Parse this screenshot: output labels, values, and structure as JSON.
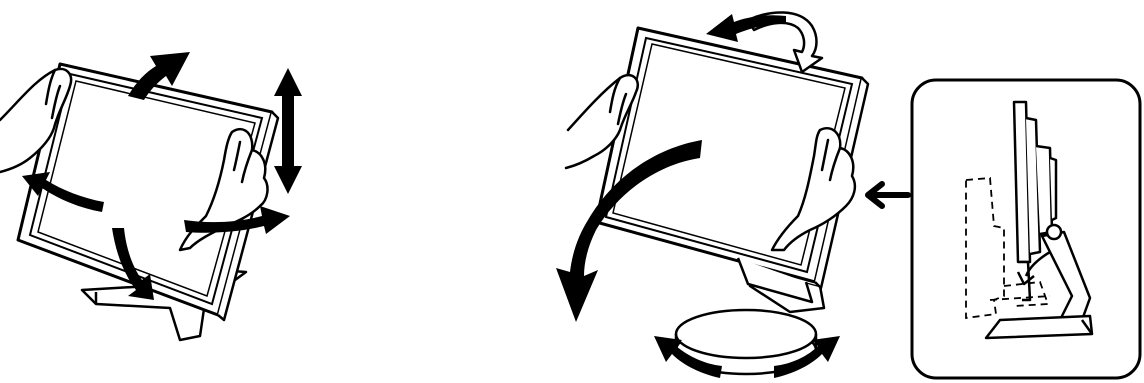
{
  "colors": {
    "background": "#ffffff",
    "line": "#000000",
    "screen_fill": "#ffffff",
    "skin_fill": "#ffffff"
  },
  "figures": [
    {
      "id": "height-and-rotate-adjustment",
      "icons": [
        "monitor-icon",
        "left-hand-icon",
        "right-hand-icon",
        "up-arrow-icon",
        "vertical-double-arrow-icon",
        "rotate-left-arrow-icon",
        "rotate-right-arrow-icon",
        "down-arrow-icon",
        "stand-base-icon"
      ]
    },
    {
      "id": "tilt-and-swivel-adjustment",
      "icons": [
        "monitor-icon",
        "left-hand-icon",
        "right-hand-icon",
        "tilt-arrow-icon",
        "curved-tilt-down-arrow-icon",
        "round-stand-icon",
        "swivel-left-arrow-icon",
        "swivel-right-arrow-icon",
        "pointer-arrow-icon"
      ]
    },
    {
      "id": "side-view-inset",
      "icons": [
        "monitor-side-view-icon",
        "dashed-outline-position-icon",
        "small-curved-arrow-icon",
        "hinge-icon"
      ]
    }
  ]
}
